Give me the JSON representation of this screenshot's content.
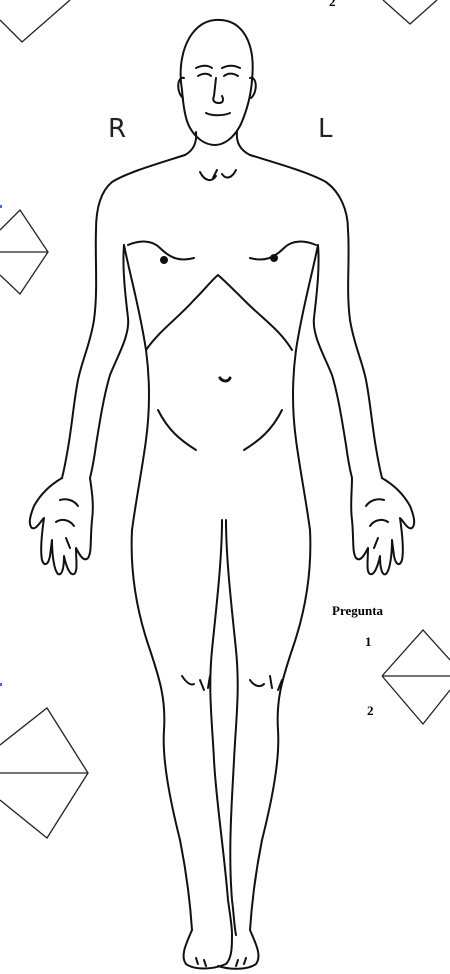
{
  "figure": {
    "side_labels": {
      "right": "R",
      "left": "L"
    },
    "question_block": {
      "title": "Pregunta",
      "numbers": [
        "1",
        "2"
      ]
    },
    "top_partial_number": "2",
    "colors": {
      "stroke": "#000000",
      "marker_blue": "#3a6fd8"
    }
  }
}
